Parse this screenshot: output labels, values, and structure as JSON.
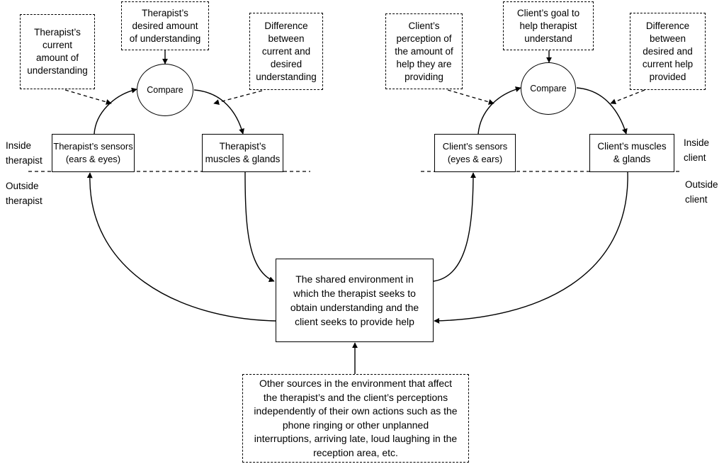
{
  "therapist": {
    "current": "Therapist’s\ncurrent\namount of\nunderstanding",
    "desired": "Therapist’s\ndesired amount\nof understanding",
    "difference": "Difference\nbetween\ncurrent and\ndesired\nunderstanding",
    "compare": "Compare",
    "sensors": "Therapist’s sensors\n(ears & eyes)",
    "muscles": "Therapist’s\nmuscles & glands",
    "inside": "Inside\ntherapist",
    "outside": "Outside\ntherapist"
  },
  "client": {
    "perception": "Client’s\nperception of\nthe amount of\nhelp they are\nproviding",
    "goal": "Client’s goal to\nhelp therapist\nunderstand",
    "difference": "Difference\nbetween\ndesired and\ncurrent help\nprovided",
    "compare": "Compare",
    "sensors": "Client’s sensors\n(eyes & ears)",
    "muscles": "Client’s muscles\n& glands",
    "inside": "Inside\nclient",
    "outside": "Outside\nclient"
  },
  "shared_environment": "The shared environment in\nwhich the therapist seeks to\nobtain understanding and the\nclient seeks to provide help",
  "other_sources": "Other sources in the environment that affect\nthe therapist’s and the client’s perceptions\nindependently of their own actions such as the\nphone ringing or other unplanned\ninterruptions, arriving late, loud laughing in the\nreception area, etc."
}
